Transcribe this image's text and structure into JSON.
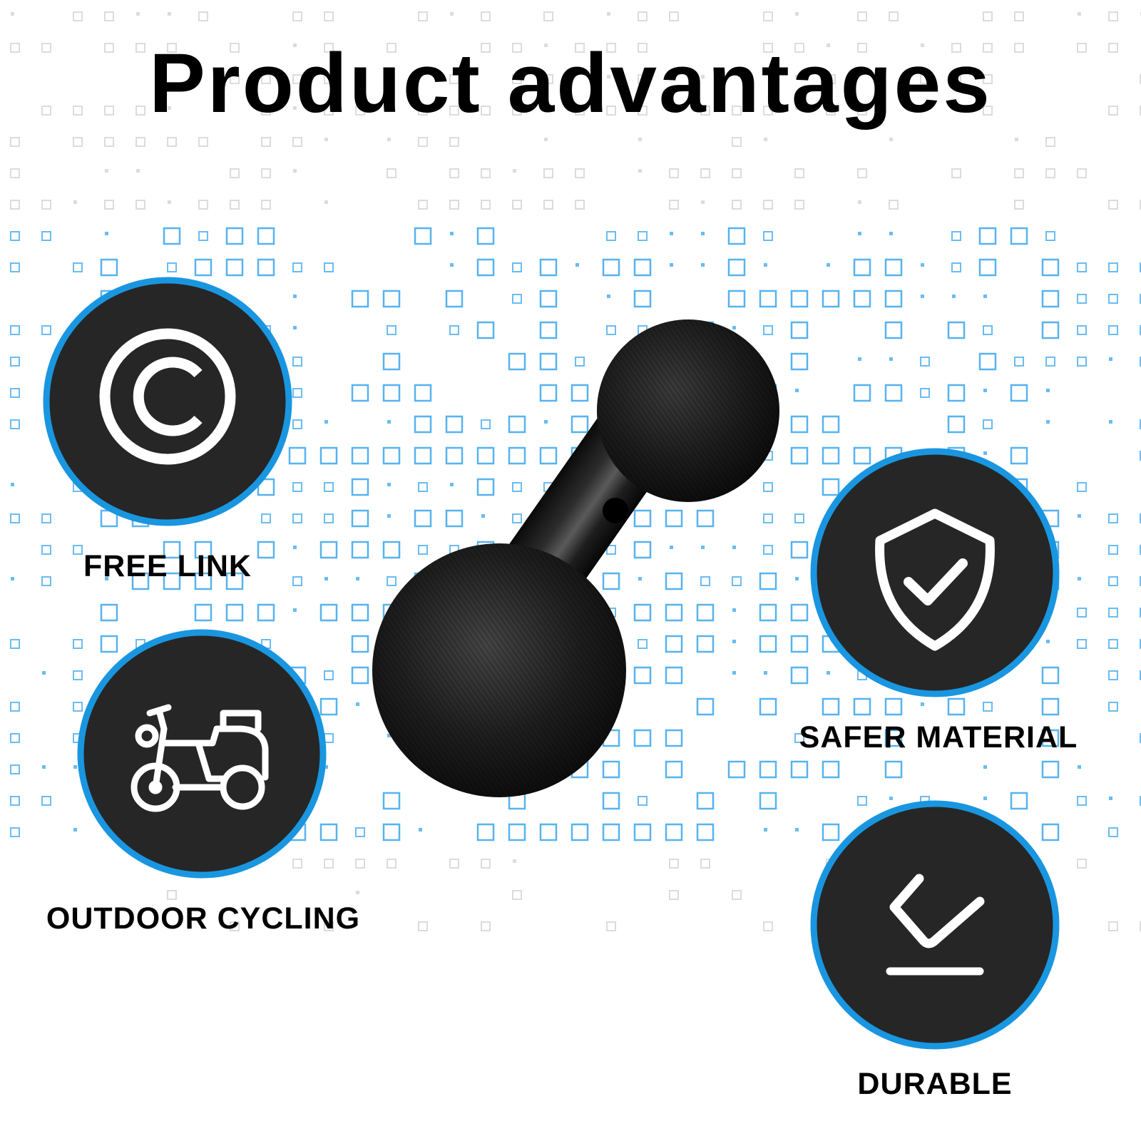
{
  "title": "Product advantages",
  "colors": {
    "badge_fill": "#262626",
    "badge_ring": "#1a96e0",
    "pattern_blue": "#3aa6ec",
    "pattern_gray": "#d8d8d8",
    "icon_stroke": "#ffffff",
    "product": "#151515"
  },
  "features": [
    {
      "id": "free-link",
      "label": "FREE LINK",
      "icon": "copyright-icon"
    },
    {
      "id": "outdoor-cycling",
      "label": "OUTDOOR CYCLING",
      "icon": "motorcycle-icon"
    },
    {
      "id": "safer-material",
      "label": "SAFER MATERIAL",
      "icon": "shield-check-icon"
    },
    {
      "id": "durable",
      "label": "DURABLE",
      "icon": "download-tray-icon"
    }
  ],
  "product": {
    "name": "double-ball-mount-adapter"
  }
}
